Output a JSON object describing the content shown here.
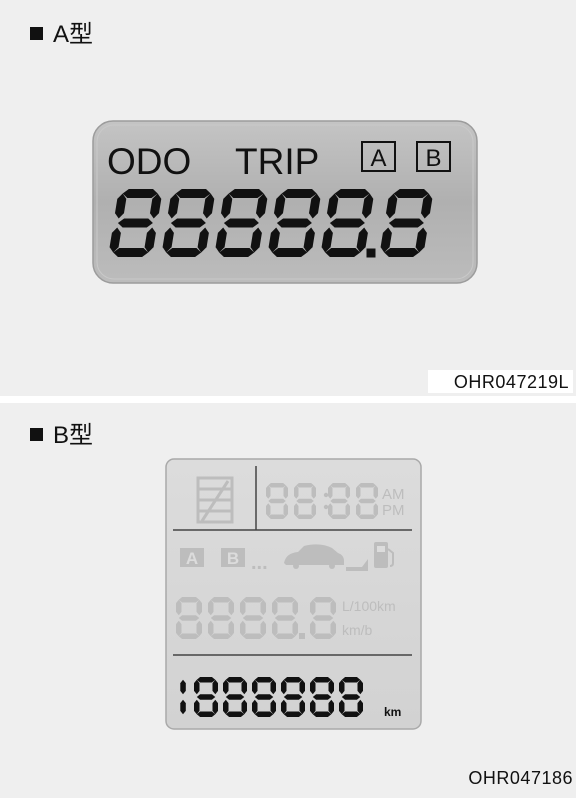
{
  "panel_a": {
    "title_prefix": "A型",
    "code": "OHR047219L",
    "display": {
      "odo_label": "ODO",
      "trip_label": "TRIP",
      "box_a": "A",
      "box_b": "B",
      "digits": "88888.8"
    }
  },
  "panel_b": {
    "title_prefix": "B型",
    "code": "OHR047186",
    "display": {
      "clock": "88:88",
      "am": "AM",
      "pm": "PM",
      "box_a": "A",
      "box_b": "B",
      "dots": "...",
      "fuel_digits": "8888.8",
      "unit_l100": "L/100km",
      "unit_kmb": "km/b",
      "odometer": "1888888",
      "km": "km"
    }
  },
  "colors": {
    "panel_bg": "#efefef",
    "lcd_a_fill": "#b3b3b3",
    "lcd_b_fill": "#d6d6d6",
    "lcd_b_ghost": "#bdbdbd",
    "ink": "#111111"
  }
}
